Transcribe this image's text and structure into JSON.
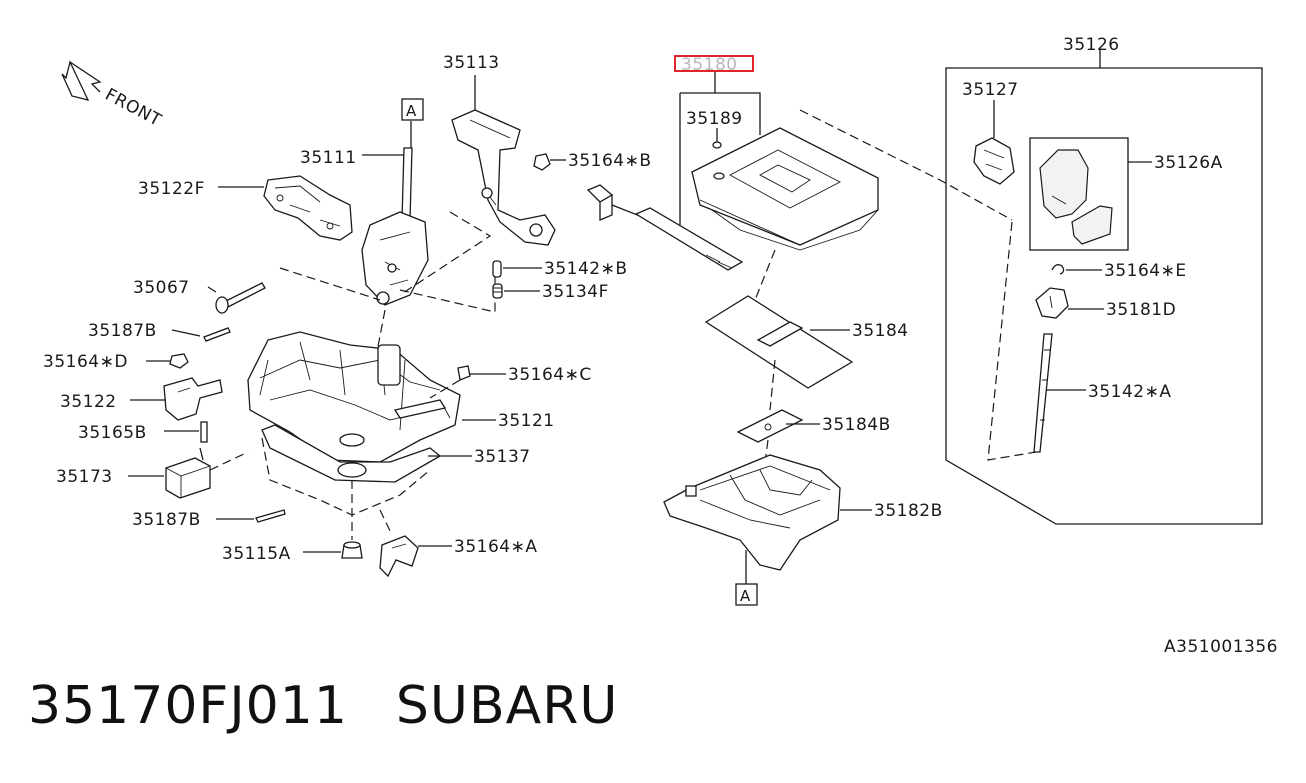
{
  "diagram": {
    "front_label": "FRONT",
    "ref_code": "A351001356",
    "callout_marker": "A",
    "highlight_color": "#e0242c",
    "labels": {
      "p35113": "35113",
      "p35111": "35111",
      "p35122F": "35122F",
      "p35164B": "35164∗B",
      "p35067": "35067",
      "p35142B": "35142∗B",
      "p35134F": "35134F",
      "p35187B_top": "35187B",
      "p35164D": "35164∗D",
      "p35164C": "35164∗C",
      "p35122": "35122",
      "p35121": "35121",
      "p35165B": "35165B",
      "p35137": "35137",
      "p35173": "35173",
      "p35187B_bottom": "35187B",
      "p35115A": "35115A",
      "p35164A": "35164∗A",
      "p35180": "35180",
      "p35189": "35189",
      "p35184": "35184",
      "p35184B": "35184B",
      "p35182B": "35182B",
      "p35126": "35126",
      "p35127": "35127",
      "p35126A": "35126A",
      "p35164E": "35164∗E",
      "p35181D": "35181D",
      "p35142A": "35142∗A"
    }
  },
  "footer": {
    "part_number": "35170FJ011",
    "brand": "SUBARU"
  }
}
